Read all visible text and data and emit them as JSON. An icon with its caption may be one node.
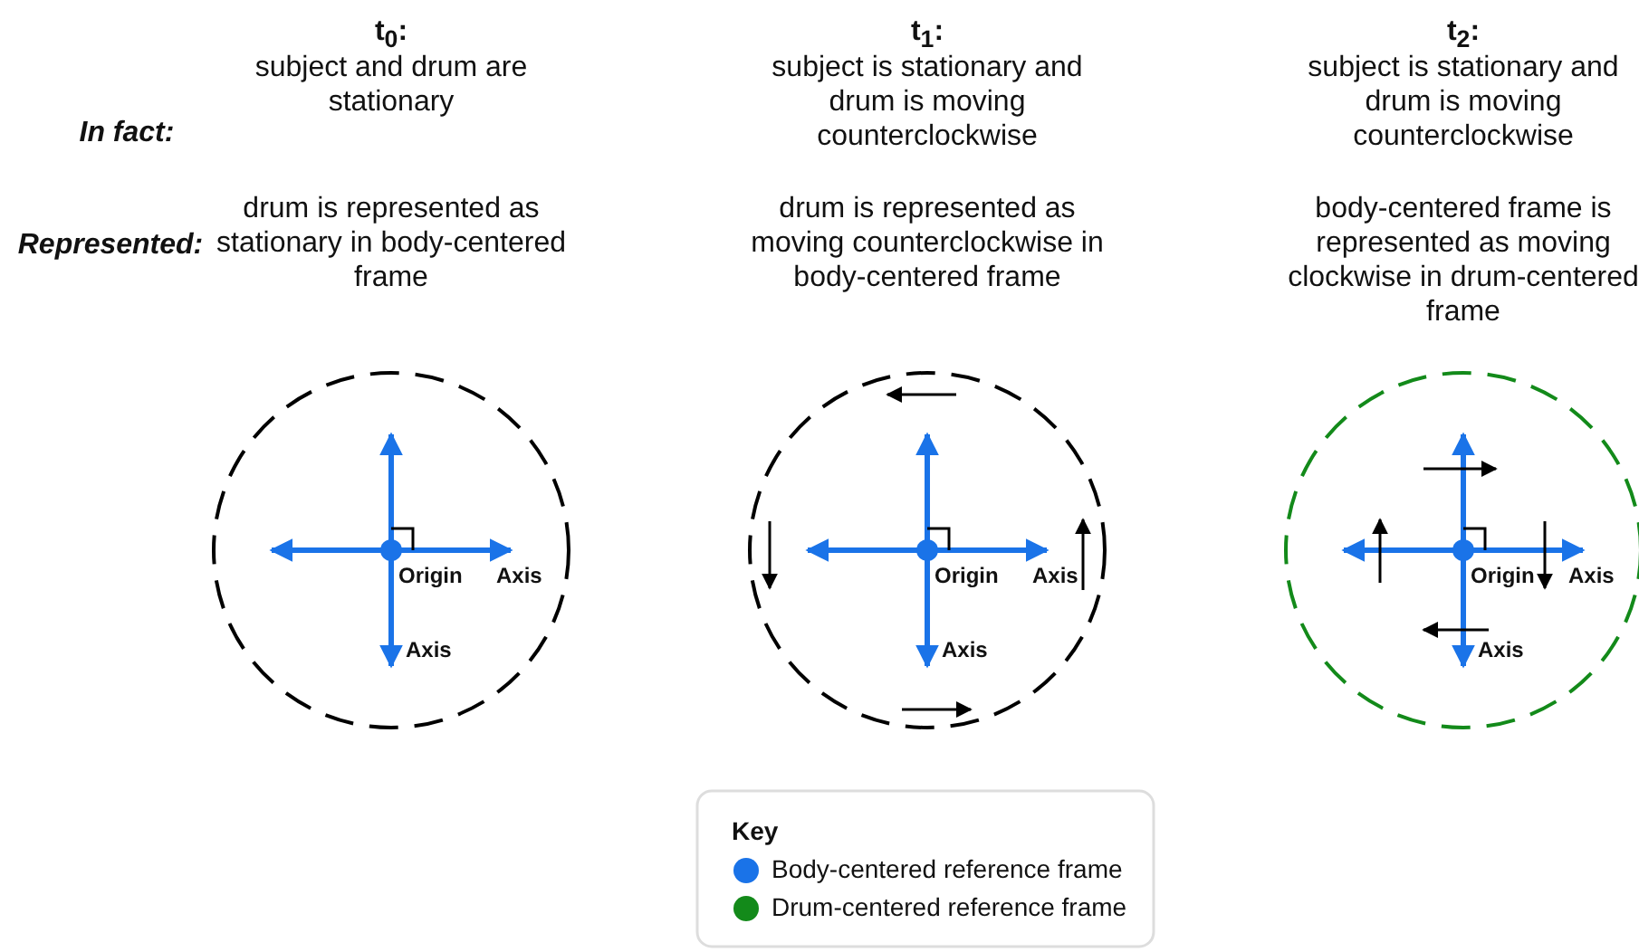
{
  "diagram": {
    "labels": [
      "t$_{0}$:",
      "t$_{1}$:",
      "t$_{2}$:",
      "In fact:",
      "subject and drum are stationary",
      "subject is stationary and drum is moving counterclockwise",
      "subject is stationary and drum is moving counterclockwise",
      "Represented:",
      "drum is represented as stationary in body-centered frame",
      "drum is represented as moving counterclockwise in body-centered frame",
      "body-centered frame is represented as moving clockwise in drum-centered frame",
      "Origin",
      "Axis",
      "Axis",
      "Origin",
      "Axis",
      "Axis",
      "Origin",
      "Axis",
      "Axis",
      "Key"
    ],
    "legend": [
      {
        "text": "Body-centered reference frame",
        "color": "#1a73e8"
      },
      {
        "text": "Drum-centered reference frame",
        "color": "#138a1a"
      }
    ]
  }
}
